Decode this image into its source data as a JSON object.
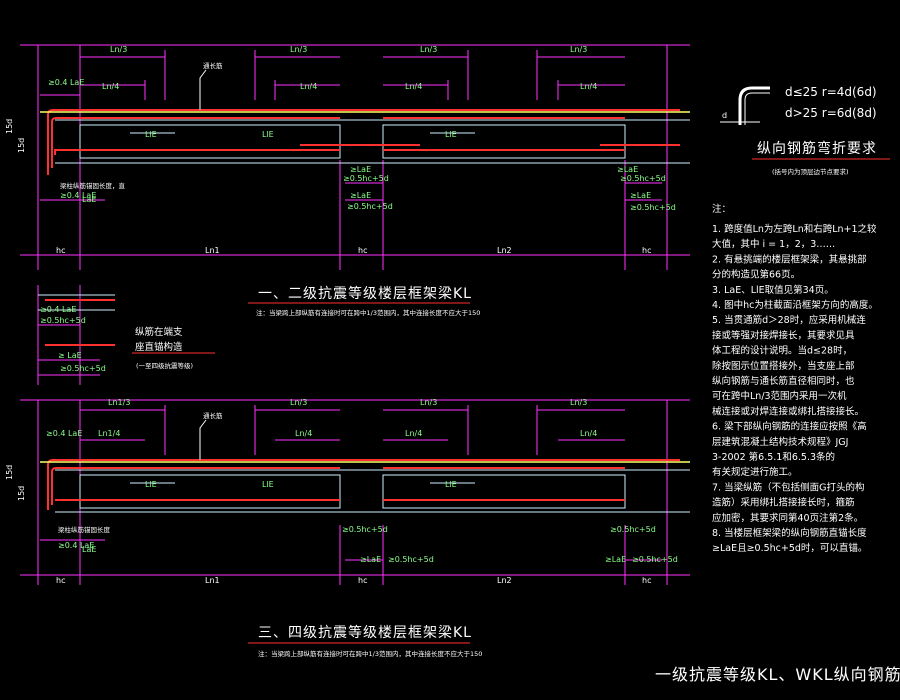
{
  "footer": "一级抗震等级KL、WKL纵向钢筋构造",
  "bend_rule": {
    "line1": "d≤25 r=4d(6d)",
    "line2": "d>25 r=6d(8d)",
    "title": "纵向钢筋弯折要求",
    "sub": "(括号内为顶层边节点要求)",
    "d": "d"
  },
  "anchor_detail": {
    "title1": "纵筋在端支",
    "title2": "座直锚构造",
    "sub": "(一至四级抗震等级)",
    "labels": [
      "≥0.4 LaE",
      "≥0.5hc+5d",
      "≥ LaE",
      "≥0.5hc+5d"
    ]
  },
  "beam1": {
    "title": "一、二级抗震等级楼层框架梁KL",
    "note": "注：当梁跨上部纵筋有连接时可在跨中1/3范围内，其中连接长度不应大于150",
    "top": [
      "Ln/3",
      "Ln/3",
      "Ln/3",
      "Ln/3"
    ],
    "quarter": [
      "Ln/4",
      "Ln/4",
      "Ln/4",
      "Ln/4"
    ],
    "lle": [
      "LlE",
      "LlE",
      "LlE"
    ],
    "anchor": "≥0.4 LaE",
    "leader": "通长筋",
    "side_bot": "15d",
    "side_top": "15d",
    "bottom_left1": "梁柱纵筋锚固长度，直",
    "bottom_left2": "≥0.4 LaE",
    "bottom_left3": "LaE",
    "lae": "≥LaE",
    "mid": "≥0.5hc+5d",
    "spans": [
      "hc",
      "Ln1",
      "hc",
      "Ln2",
      "hc"
    ]
  },
  "beam3": {
    "title": "三、四级抗震等级楼层框架梁KL",
    "note": "注：当梁跨上部纵筋有连接时可在跨中1/3范围内，其中连接长度不应大于150",
    "top": [
      "Ln1/3",
      "Ln/3",
      "Ln/3",
      "Ln/3"
    ],
    "quarter": [
      "Ln1/4",
      "Ln/4",
      "Ln/4",
      "Ln/4"
    ],
    "lle": [
      "LlE",
      "LlE",
      "LlE"
    ],
    "anchor": "≥0.4 LaE",
    "leader": "通长筋",
    "side_bot": "15d",
    "side_top": "15d",
    "bottom_left1": "梁柱纵筋锚固长度",
    "bottom_left2": "≥0.4 LaE",
    "bottom_left3": "LaE",
    "lae": "≥LaE",
    "mid": "≥0.5hc+5d",
    "spans": [
      "hc",
      "Ln1",
      "hc",
      "Ln2",
      "hc"
    ]
  },
  "notes": {
    "head": "注：",
    "lines": [
      "1. 跨度值Ln为左跨Ln和右跨Ln+1之较",
      "   大值，其中 i = 1，2，3……",
      "2. 有悬挑端的楼层框架梁，其悬挑部",
      "   分的构造见第66页。",
      "3. LaE、LlE取值见第34页。",
      "4. 图中hc为柱截面沿框架方向的高度。",
      "5. 当贯通筋d＞28时，应采用机械连",
      "   接或等强对接焊接长，其要求见具",
      "   体工程的设计说明。当d≤28时，",
      "   除按图示位置搭接外，当支座上部",
      "   纵向钢筋与通长筋直径相同时，也",
      "   可在跨中Ln/3范围内采用一次机",
      "   械连接或对焊连接或绑扎搭接接长。",
      "6. 梁下部纵向钢筋的连接应按照《高",
      "   层建筑混凝土结构技术规程》JGJ",
      "   3-2002 第6.5.1和6.5.3条的",
      "   有关规定进行施工。",
      "7. 当梁纵筋（不包括侧面G打头的构",
      "   造筋）采用绑扎搭接接长时，箍筋",
      "   应加密，其要求同第40页注第2条。",
      "8. 当楼层框架梁的纵向钢筋直锚长度",
      "   ≥LaE且≥0.5hc+5d时，可以直锚。"
    ]
  }
}
